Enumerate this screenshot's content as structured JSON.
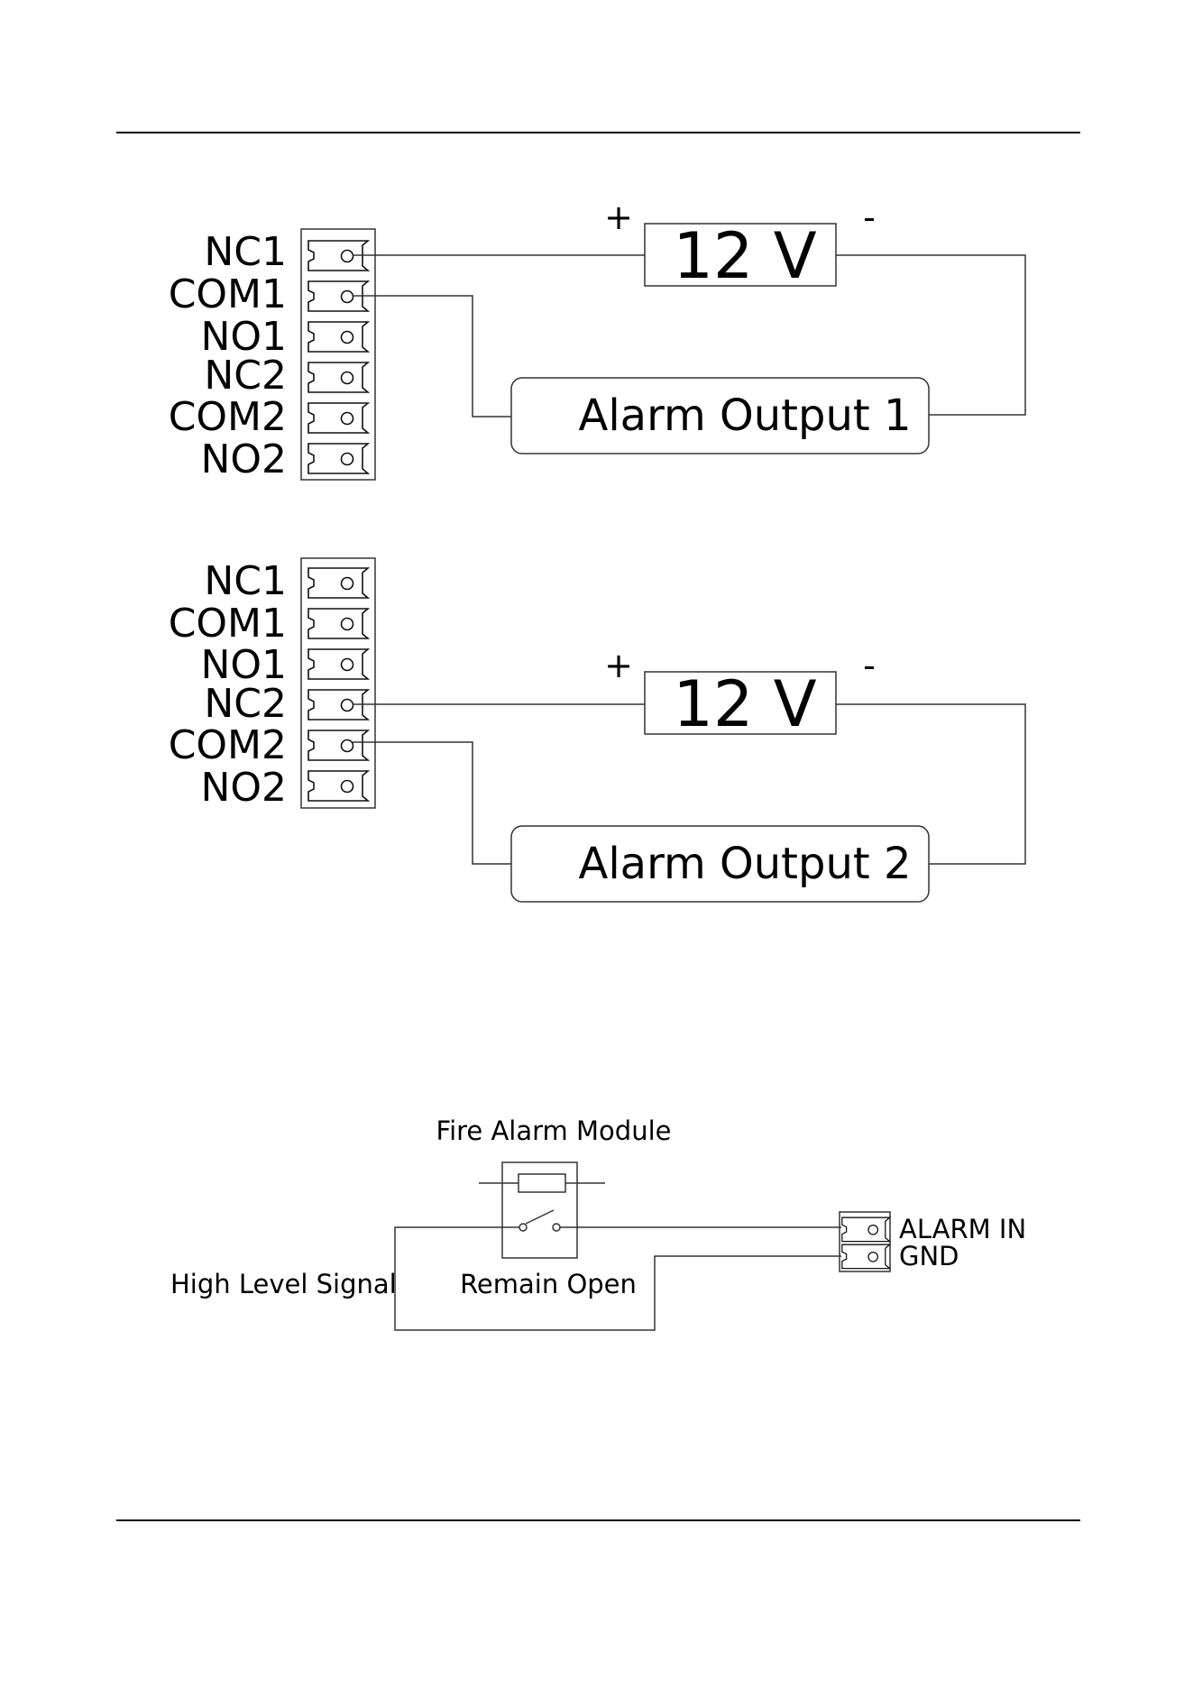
{
  "diagram1": {
    "pins": [
      "NC1",
      "COM1",
      "NO1",
      "NC2",
      "COM2",
      "NO2"
    ],
    "supply": {
      "label": "12 V",
      "plus": "+",
      "minus": "-"
    },
    "output": "Alarm Output 1"
  },
  "diagram2": {
    "pins": [
      "NC1",
      "COM1",
      "NO1",
      "NC2",
      "COM2",
      "NO2"
    ],
    "supply": {
      "label": "12 V",
      "plus": "+",
      "minus": "-"
    },
    "output": "Alarm Output 2"
  },
  "diagram3": {
    "module_title": "Fire Alarm Module",
    "signal_label": "High Level Signal",
    "state_label": "Remain Open",
    "terminal_labels": [
      "ALARM IN",
      "GND"
    ]
  }
}
